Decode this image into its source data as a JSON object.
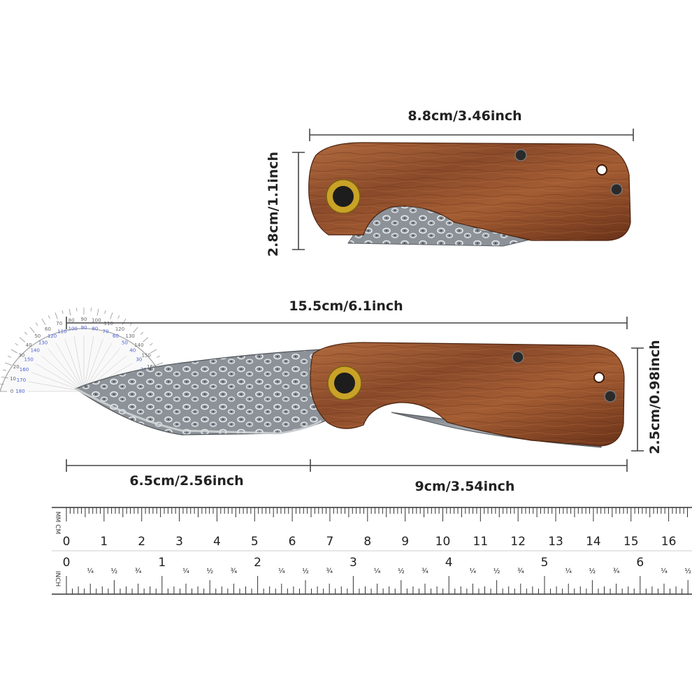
{
  "dimensions": {
    "folded_length": "8.8cm/3.46inch",
    "folded_height": "2.8cm/1.1inch",
    "open_length": "15.5cm/6.1inch",
    "open_height": "2.5cm/0.98inch",
    "blade_length": "6.5cm/2.56inch",
    "handle_length": "9cm/3.54inch"
  },
  "ruler": {
    "cm_unit": "MM CM",
    "inch_unit": "INCH",
    "cm_numbers": [
      "0",
      "1",
      "2",
      "3",
      "4",
      "5",
      "6",
      "7",
      "8",
      "9",
      "10",
      "11",
      "12",
      "13",
      "14",
      "15",
      "16"
    ],
    "inch_numbers": [
      "0",
      "1",
      "2",
      "3",
      "4",
      "5",
      "6"
    ],
    "fractions": [
      "¼",
      "½",
      "¾"
    ]
  },
  "protractor": {
    "outer_numbers": [
      "0",
      "10",
      "20",
      "30",
      "40",
      "50",
      "60",
      "70",
      "80",
      "90",
      "100",
      "110",
      "120",
      "130",
      "140",
      "150",
      "160",
      "170",
      "180"
    ],
    "inner_numbers": [
      "180",
      "170",
      "160",
      "150",
      "140",
      "130",
      "120",
      "110",
      "100",
      "90",
      "80",
      "70",
      "60",
      "50",
      "40",
      "30",
      "20",
      "10",
      "0"
    ]
  },
  "colors": {
    "wood": "#8a4a2a",
    "wood_dark": "#5e2c16",
    "steel": "#9aa0a6",
    "brass": "#c9a227",
    "dimension_line": "#444444"
  }
}
